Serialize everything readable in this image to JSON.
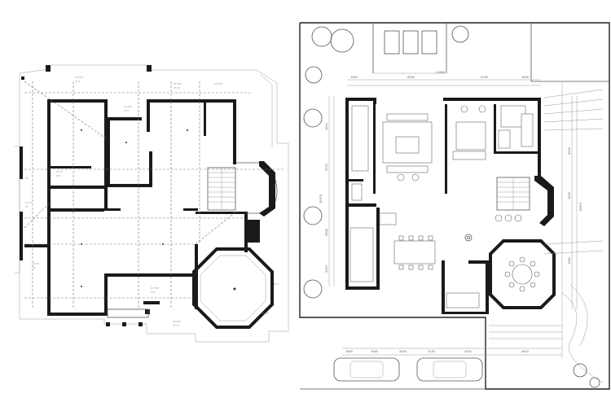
{
  "left_plan": {
    "room_labels": [
      "客厅",
      "卧室",
      "卧室",
      "书房",
      "厨房",
      "餐厅",
      "卫生间",
      "阳台"
    ]
  },
  "right_plan": {
    "dim_top": [
      "1830",
      "6000",
      "13400",
      "5130",
      "1830"
    ],
    "dim_left": [
      "4910",
      "3370",
      "15370",
      "5840",
      "3370"
    ],
    "dim_right": [
      "3930",
      "3330",
      "16670",
      "1360"
    ],
    "dim_bottom": [
      "1800",
      "2840",
      "3330",
      "2130",
      "3010",
      "4610"
    ]
  },
  "colors": {
    "wall": "#1a1a1a",
    "line": "#555555",
    "background": "#ffffff"
  }
}
